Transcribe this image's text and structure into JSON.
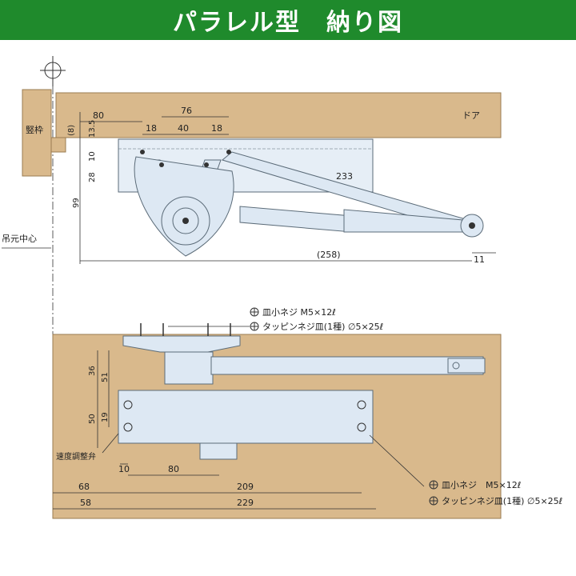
{
  "title": "パラレル型　納り図",
  "colors": {
    "header": "#1f8a2c",
    "wood": "#d9b98c",
    "woodEdge": "#9a7c52",
    "metal": "#dde8f3",
    "metalEdge": "#5b6b78",
    "line": "#333333"
  },
  "labels": {
    "frame": "竪枠",
    "door": "ドア",
    "hinge_center": "吊元中心",
    "speed_valve": "速度調整弁"
  },
  "top_view": {
    "dims": {
      "d80": "80",
      "d76": "76",
      "d18a": "18",
      "d40": "40",
      "d18b": "18",
      "d8": "(8)",
      "d13_5": "13.5",
      "d10": "10",
      "d28": "28",
      "d99": "99",
      "d233": "233",
      "d258": "(258)",
      "d11": "11"
    }
  },
  "callouts": {
    "upper_1": "皿小ネジ M5×12ℓ",
    "upper_2": "タッピンネジ皿(1種) ∅5×25ℓ",
    "lower_1": "皿小ネジ　M5×12ℓ",
    "lower_2": "タッピンネジ皿(1種) ∅5×25ℓ"
  },
  "front_view": {
    "dims": {
      "d36": "36",
      "d51": "51",
      "d50": "50",
      "d19": "19",
      "d10": "10",
      "d80": "80",
      "d68": "68",
      "d209": "209",
      "d58": "58",
      "d229": "229"
    }
  }
}
